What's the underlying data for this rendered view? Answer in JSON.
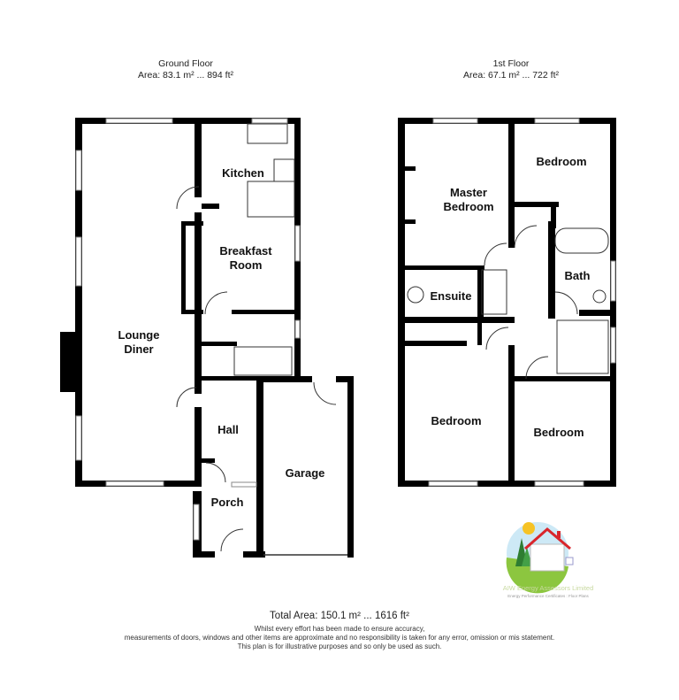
{
  "ground_floor": {
    "title": "Ground Floor",
    "area": "Area: 83.1 m² ... 894 ft²",
    "rooms": {
      "kitchen": "Kitchen",
      "breakfast_1": "Breakfast",
      "breakfast_2": "Room",
      "lounge_1": "Lounge",
      "lounge_2": "Diner",
      "hall": "Hall",
      "porch": "Porch",
      "garage": "Garage"
    }
  },
  "first_floor": {
    "title": "1st Floor",
    "area": "Area: 67.1 m² ... 722 ft²",
    "rooms": {
      "master_1": "Master",
      "master_2": "Bedroom",
      "bedroom_ne": "Bedroom",
      "ensuite": "Ensuite",
      "bath": "Bath",
      "bedroom_sw": "Bedroom",
      "bedroom_se": "Bedroom"
    }
  },
  "total_area": "Total Area: 150.1 m² ... 1616 ft²",
  "disclaimer": [
    "Whilst every effort has been made to ensure accuracy,",
    "measurements of doors, windows and other items are approximate and no responsibility is taken for any error, omission or mis statement.",
    "This plan is for illustrative purposes and so only be used as such."
  ],
  "logo": {
    "company": "AIW Energy Assessors Limited",
    "tagline": "Energy Performance Certificates : Floor Plans"
  },
  "colors": {
    "wall": "#000000",
    "logo_roof": "#d9262c",
    "logo_sun": "#f6c325",
    "logo_grass": "#8cc63f"
  }
}
